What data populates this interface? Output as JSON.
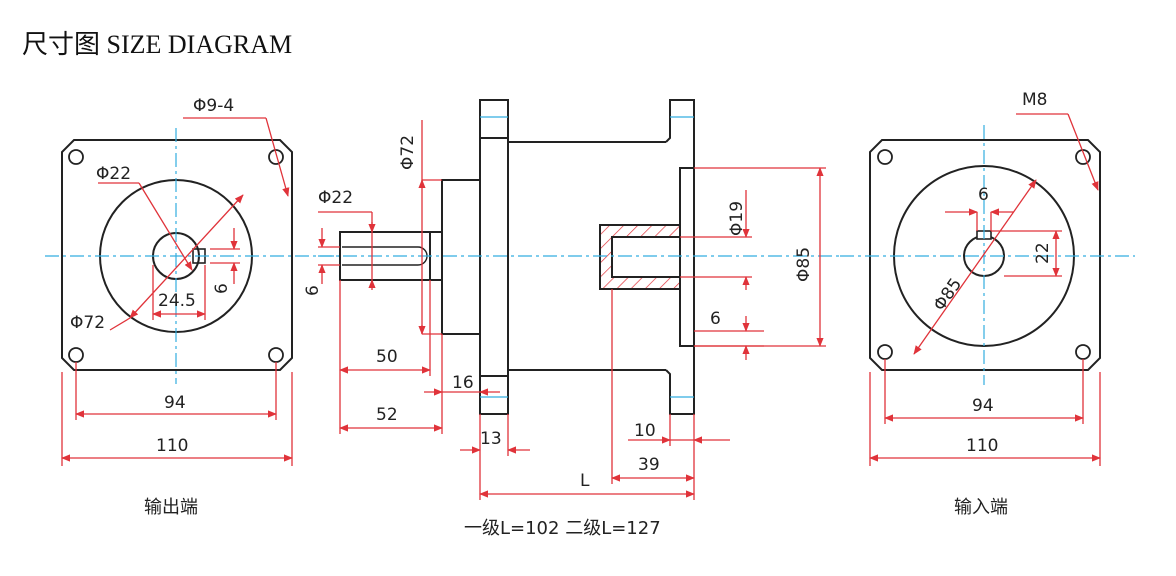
{
  "title": "尺寸图 SIZE DIAGRAM",
  "colors": {
    "outline": "#222222",
    "dimension": "#e0333a",
    "centerline": "#33aee0",
    "hatch": "#e0333a"
  },
  "output_end": {
    "caption": "输出端",
    "labels": {
      "hole": "Φ9-4",
      "bore": "Φ22",
      "pcd": "Φ72",
      "keyway_depth": "24.5",
      "key_width": "6",
      "hole_spacing": "94",
      "width": "110"
    }
  },
  "side_view": {
    "labels": {
      "pilot": "Φ72",
      "shaft": "Φ22",
      "key": "6",
      "shaft_len_50": "50",
      "pilot_len": "16",
      "shaft_len_52": "52",
      "flange": "13",
      "input_flange": "10",
      "input_depth": "39",
      "length": "L",
      "bore_in": "Φ19",
      "key_in": "6",
      "pcd_in": "Φ85"
    },
    "caption": "一级L=102  二级L=127"
  },
  "input_end": {
    "caption": "输入端",
    "labels": {
      "thread": "M8",
      "key_width": "6",
      "keyway": "22",
      "pcd": "Φ85",
      "hole_spacing": "94",
      "width": "110"
    }
  }
}
